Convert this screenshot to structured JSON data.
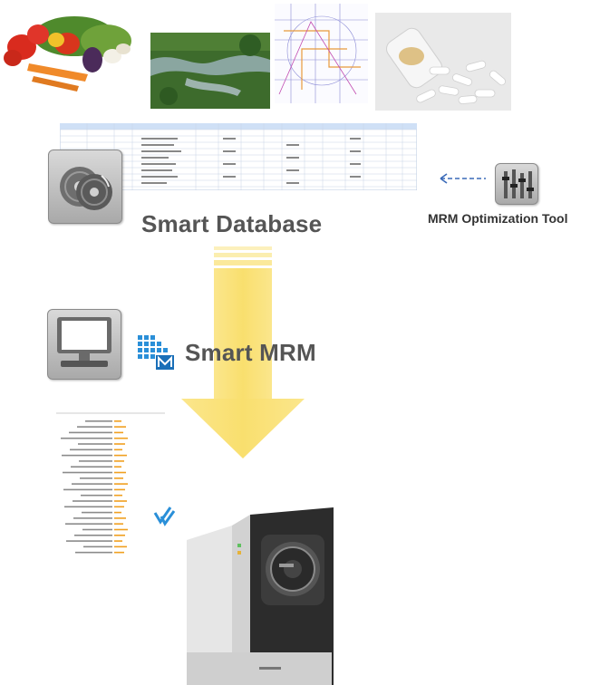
{
  "labels": {
    "smart_database": "Smart Database",
    "mrm_optimization_tool": "MRM Optimization Tool",
    "smart_mrm": "Smart MRM"
  },
  "colors": {
    "flow_arrow": "#f9e27a",
    "dashed_arrow": "#3a6ab8",
    "label_text": "#555555",
    "smart_mrm_icon": "#2a8fd8"
  },
  "icons": [
    "disc-icon",
    "tuning-sliders-icon",
    "monitor-icon",
    "smart-mrm-logo-icon",
    "checkmark-icon"
  ]
}
